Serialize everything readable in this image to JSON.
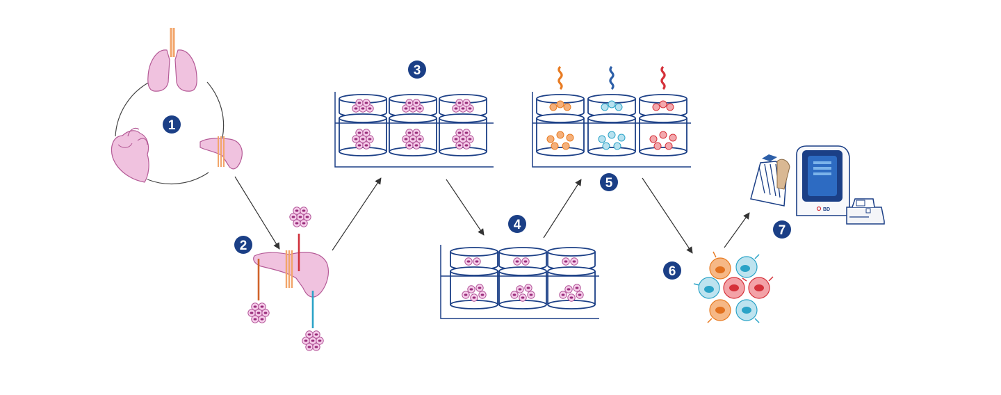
{
  "diagram": {
    "steps": [
      {
        "id": 1,
        "label": "1"
      },
      {
        "id": 2,
        "label": "2"
      },
      {
        "id": 3,
        "label": "3"
      },
      {
        "id": 4,
        "label": "4"
      },
      {
        "id": 5,
        "label": "5"
      },
      {
        "id": 6,
        "label": "6"
      },
      {
        "id": 7,
        "label": "7"
      }
    ],
    "instrument_brand": "BD"
  },
  "colors": {
    "navy": "#1b3f86",
    "organ_fill": "#f0c2df",
    "organ_stroke": "#b55b97",
    "cell_fill": "#f6cdea",
    "cell_stroke": "#b15397",
    "cell_nucleus": "#9a2f7c",
    "orange": "#e87b22",
    "blue": "#2d5fa8",
    "red": "#d5313a",
    "cyan": "#2aa3c7",
    "arrow": "#333333",
    "line": "#444444"
  },
  "icons": {
    "organs": [
      "lungs-icon",
      "heart-icon",
      "liver-icon"
    ],
    "instrument": [
      "cytometer-icon",
      "plate-reader-icon",
      "tube-rack-icon"
    ]
  }
}
